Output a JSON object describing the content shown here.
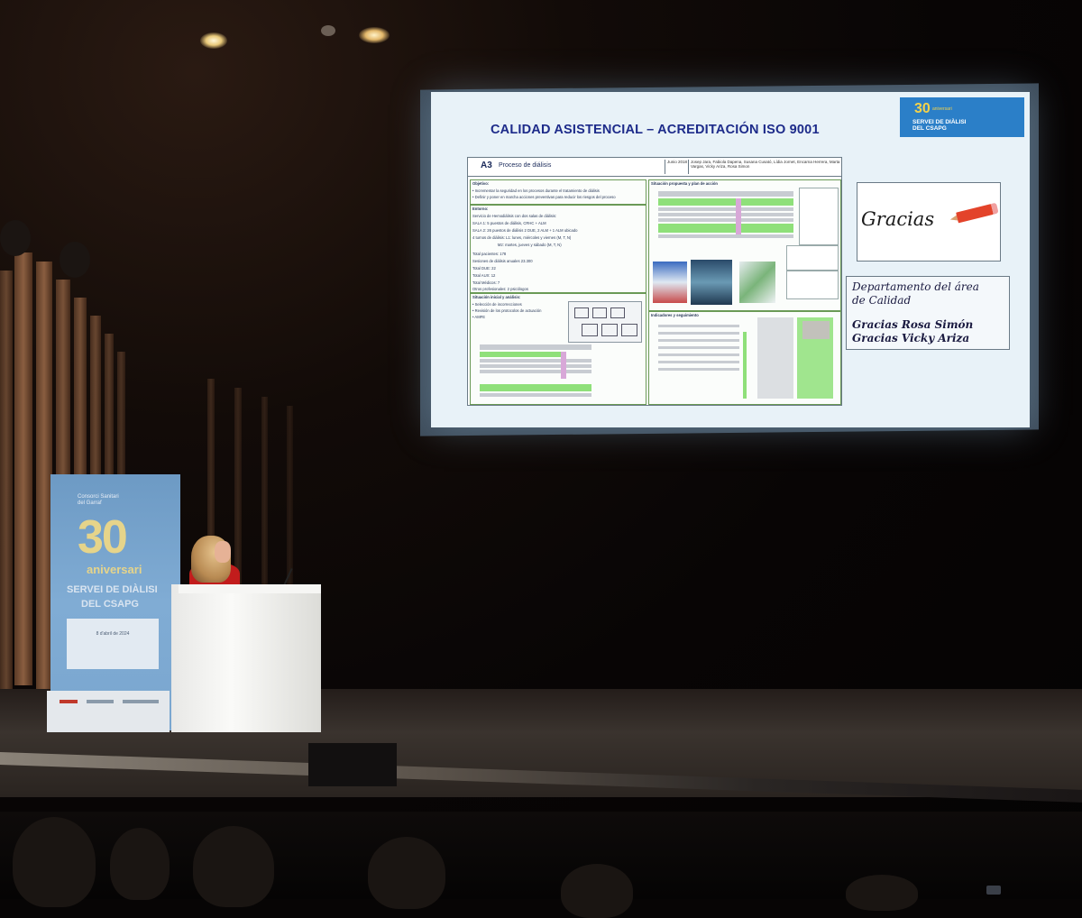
{
  "slide": {
    "title": "CALIDAD ASISTENCIAL – ACREDITACIÓN ISO 9001",
    "logo": {
      "number": "30",
      "sub": "aniversari",
      "name_1": "SERVEI DE DIÀLISI",
      "name_2": "DEL CSAPG"
    },
    "a3": {
      "label": "A3",
      "subtitle": "Proceso de diálisis",
      "date": "Junio 2018",
      "authors": "Josep Jara, Fabiola Dapena, Susana Cusató, Lídia Jornet, Encarna Herrera, Marta Vargas, Vicky Ariza, Rosa Simon",
      "section_objetivo": "Objetivo:",
      "objetivo_1": "• Incrementar la seguridad en los procesos durante el tratamiento de diálisis",
      "objetivo_2": "• Definir y poner en marcha acciones preventivas para reducir los riesgos del proceso",
      "section_entorno": "Entorno:",
      "entorno_lines": [
        "Servicio de Hemodiálisis con dos salas de diálisis:",
        "SALA 1: 5 puestos de diálisis, CRHC + ALM",
        "SALA 2: 26 puestos de diálisis 2 DUE, 2 ALM + 1 ALM ubicado",
        "4 turnos de diálisis:   L1: lunes, miércoles y viernes (M, T, N)",
        "                        M2: martes, jueves y sábado (M, T, N)",
        "Total pacientes: 178",
        "Sesiones de diálisis anuales 23.300",
        "Total DUE: 22",
        "Total AUX: 12",
        "Total Médicos: 7",
        "Otros profesionales: 2 psicólogos"
      ],
      "section_situacion": "Situación inicial y análisis:",
      "situacion_lines": [
        "• Selección de incorrecciones",
        "• Revisión de los protocolos de actuación",
        "• AMFE"
      ],
      "section_plan": "Situación propuesta y plan de acción",
      "section_indicadores": "Indicadores y seguimiento"
    },
    "gracias": "Gracias",
    "dept_line_1": "Departamento del área",
    "dept_line_2": "de Calidad",
    "thanks_1": "Gracias Rosa Simón",
    "thanks_2": "Gracias Vicky Ariza"
  },
  "banner": {
    "org_1": "Consorci Sanitari",
    "org_2": "del Garraf",
    "number": "30",
    "aniversari": "aniversari",
    "title_1": "SERVEI DE DIÀLISI",
    "title_2": "DEL CSAPG",
    "date": "8 d'abril de 2024",
    "colors": {
      "banner": "#7aa6cf",
      "gold": "#e6d48a"
    }
  },
  "colors": {
    "slide_bg": "#e8f2f8",
    "title": "#1d2b8a",
    "speaker_top": "#c21c1c",
    "stage": "#070505"
  }
}
